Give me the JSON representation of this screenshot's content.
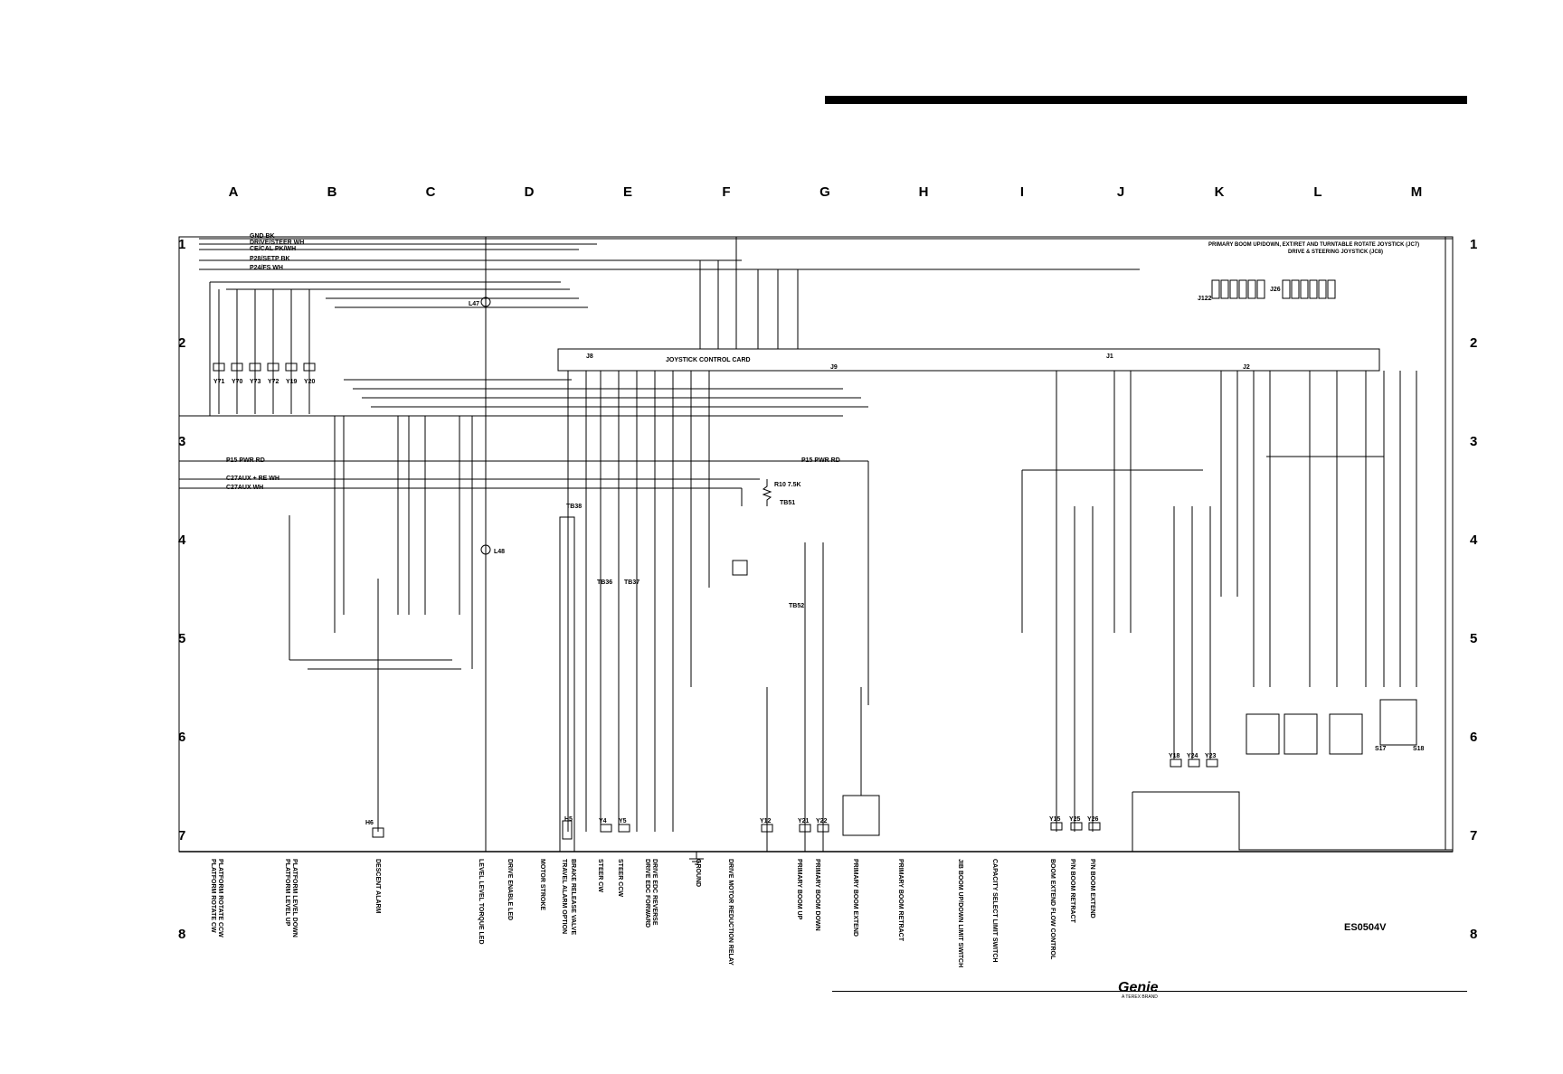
{
  "columns": [
    "A",
    "B",
    "C",
    "D",
    "E",
    "F",
    "G",
    "H",
    "I",
    "J",
    "K",
    "L",
    "M"
  ],
  "rows": [
    "1",
    "2",
    "3",
    "4",
    "5",
    "6",
    "7",
    "8"
  ],
  "drawing_number": "ES0504V",
  "brand": {
    "logo": "Genie",
    "sub": "A TEREX BRAND"
  },
  "bus_lines": [
    "GND BK",
    "DRIVE/STEER WH",
    "CE/CAL PK/WH",
    "P28/SETP BK",
    "P24/FS WH"
  ],
  "joystick_card_label": "JOYSTICK CONTROL CARD",
  "connectors": {
    "j8": "J8",
    "j9": "J9",
    "j1": "J1",
    "j2": "J2"
  },
  "right_blocks": {
    "primary_joystick": "PRIMARY BOOM UP/DOWN, EXT/RET AND TURNTABLE ROTATE JOYSTICK (JC7)",
    "drive_joystick": "DRIVE & STEERING JOYSTICK (JC8)",
    "j122": "J122",
    "j26": "J26"
  },
  "power_lines": [
    "P15 PWR RD",
    "C27AUX + RE WH",
    "C27AUX WH"
  ],
  "mid_power_label": "P15 PWR RD",
  "bottom_labels": [
    "PLATFORM ROTATE CW",
    "PLATFORM ROTATE CCW",
    "PLATFORM LEVEL UP",
    "PLATFORM LEVEL DOWN",
    "DESCENT ALARM",
    "LEVEL LEVEL TORQUE LED",
    "DRIVE ENABLE LED",
    "MOTOR STROKE",
    "TRAVEL ALARM OPTION",
    "BRAKE RELEASE VALVE",
    "STEER CW",
    "STEER CCW",
    "DRIVE EDC FORWARD",
    "DRIVE EDC REVERSE",
    "GROUND",
    "DRIVE MOTOR REDUCTION RELAY",
    "PRIMARY BOOM UP",
    "PRIMARY BOOM DOWN",
    "PRIMARY BOOM EXTEND",
    "PRIMARY BOOM RETRACT",
    "JIB BOOM UP/DOWN LIMIT SWITCH",
    "CAPACITY SELECT LIMIT SWITCH",
    "BOOM EXTEND FLOW CONTROL",
    "P/N BOOM RETRACT",
    "P/N BOOM EXTEND"
  ],
  "components": {
    "y71": "Y71",
    "y70": "Y70",
    "y73": "Y73",
    "y72": "Y72",
    "y19": "Y19",
    "y20": "Y20",
    "y4": "Y4",
    "y5": "Y5",
    "y12": "Y12",
    "y21": "Y21",
    "y22": "Y22",
    "y15": "Y15",
    "y25": "Y25",
    "y26": "Y26",
    "y18": "Y18",
    "y24": "Y24",
    "y23": "Y23",
    "h5": "H5",
    "h6": "H6",
    "l47": "L47",
    "l48": "L48",
    "r10": "R10 7.5K",
    "s17": "S17",
    "s18": "S18",
    "tb51": "TB51",
    "tb52": "TB52",
    "tb36": "TB36",
    "tb37": "TB37",
    "tb38": "TB38"
  }
}
